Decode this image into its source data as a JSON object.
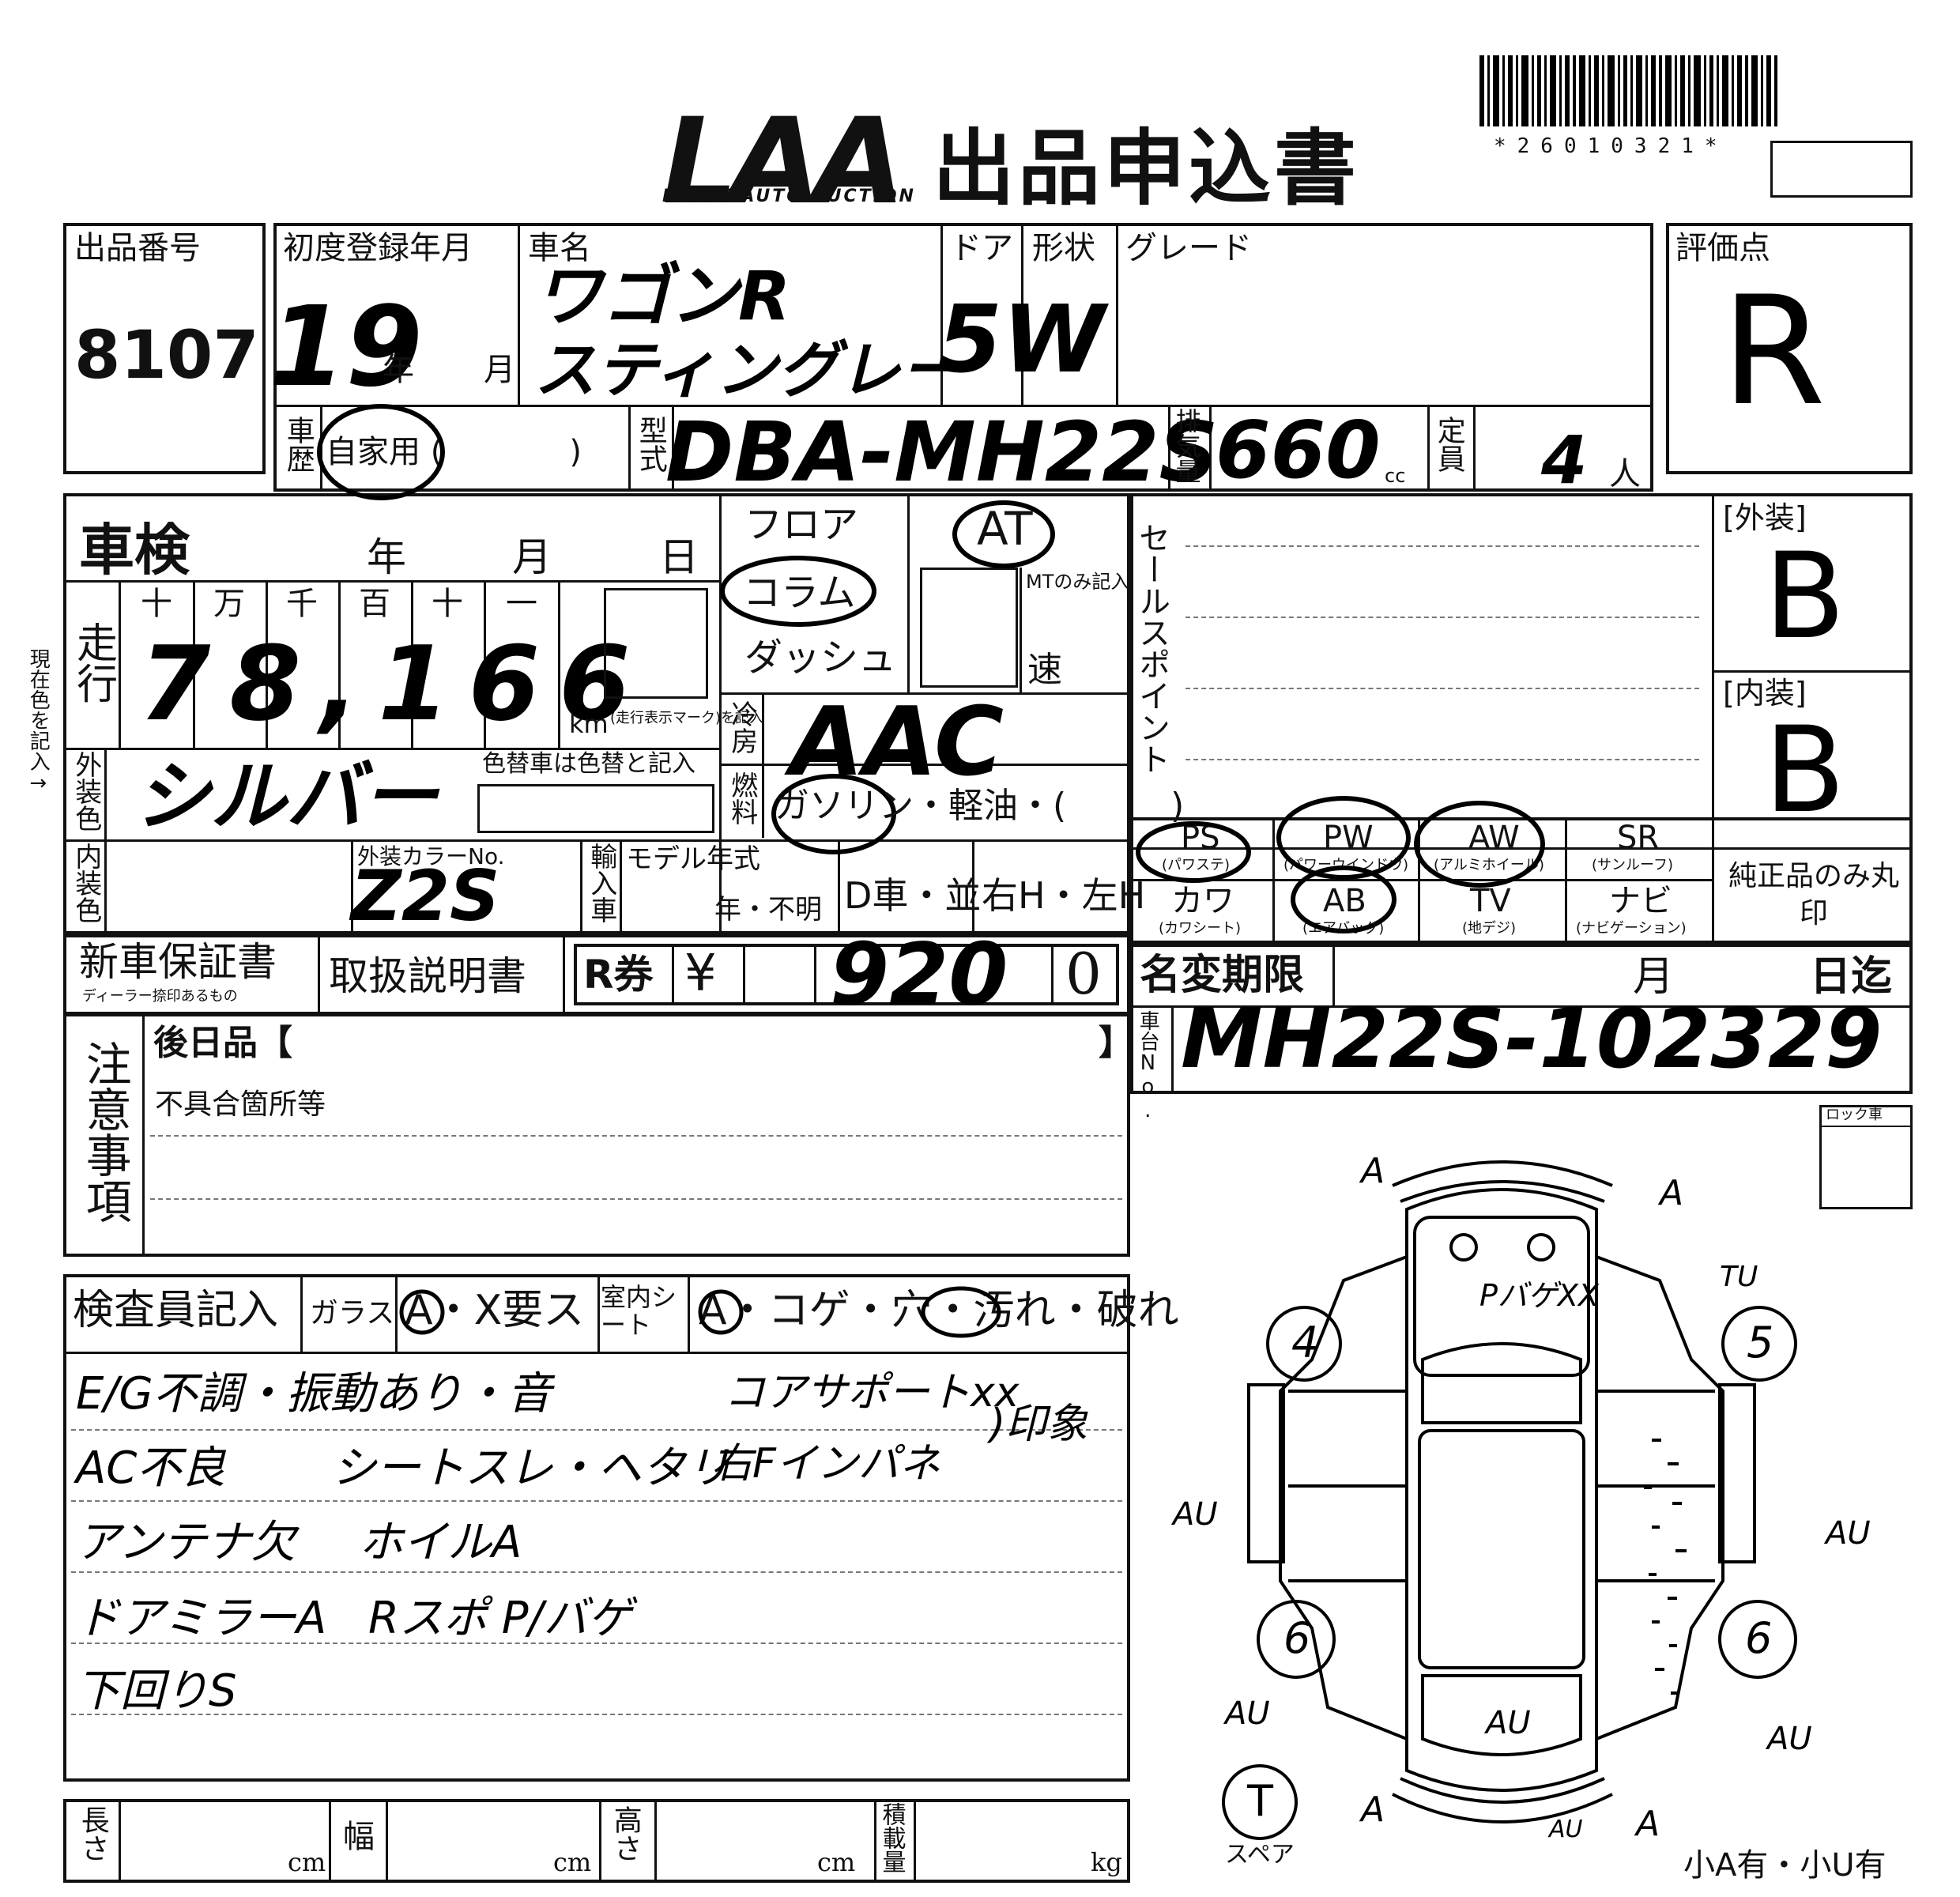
{
  "header": {
    "logo": "LAA",
    "logo_sub": "LIGHT AUTO AUCTION",
    "title": "出品申込書",
    "barcode_number": "*26010321*"
  },
  "row1": {
    "lot_label": "出品番号",
    "lot_number": "8107",
    "first_reg_label": "初度登録年月",
    "year_value": "19",
    "year_unit": "年",
    "month_unit": "月",
    "car_name_label": "車名",
    "car_name_line1": "ワゴンR",
    "car_name_line2": "スティングレー",
    "door_label": "ドア",
    "shape_label": "形状",
    "door_shape_value": "5W",
    "grade_label": "グレード",
    "score_label": "評価点",
    "score_value": "R"
  },
  "row2": {
    "history_label": "車歴",
    "history_text": "自家用 (　　　　)",
    "model_label": "型式",
    "model_value": "DBA-MH22S",
    "displacement_label": "排気量",
    "displacement_value": "660",
    "displacement_unit": "cc",
    "capacity_label": "定員",
    "capacity_value": "4",
    "capacity_unit": "人"
  },
  "inspection": {
    "shaken_label": "車検",
    "year": "年",
    "month": "月",
    "day": "日"
  },
  "mileage": {
    "label": "走行",
    "digit_headers": [
      "十",
      "万",
      "千",
      "百",
      "十",
      "一"
    ],
    "value": "78,166",
    "unit": "km",
    "unit_note": "(走行表示マーク)を記入"
  },
  "side_note": "現在色を記入→",
  "exterior_color": {
    "label": "外装色",
    "value": "シルバー",
    "repaint_note": "色替車は色替と記入"
  },
  "interior": {
    "label": "内装色",
    "color_code_label": "外装カラーNo.",
    "color_code_value": "Z2S",
    "import_label": "輸入車",
    "model_year_label": "モデル年式",
    "model_year_options": "年・不明",
    "dealer_options": "D車・並",
    "handle_options": "右H・左H"
  },
  "transmission": {
    "floor": "フロア",
    "column": "コラム",
    "dash": "ダッシュ",
    "at": "AT",
    "mt_note": "MTのみ記入",
    "speed": "速"
  },
  "aircon": {
    "label": "冷房",
    "value": "AAC"
  },
  "fuel": {
    "label": "燃料",
    "options": "ガソリン・軽油・(　　　)"
  },
  "sales_points": {
    "label": "セールスポイント"
  },
  "equipment": {
    "items": [
      {
        "code": "PS",
        "sub": "(パワステ)"
      },
      {
        "code": "PW",
        "sub": "(パワーウインドウ)"
      },
      {
        "code": "AW",
        "sub": "(アルミホイール)"
      },
      {
        "code": "SR",
        "sub": "(サンルーフ)"
      },
      {
        "code": "カワ",
        "sub": "(カワシート)"
      },
      {
        "code": "AB",
        "sub": "(エアバッグ)"
      },
      {
        "code": "TV",
        "sub": "(地デジ)"
      },
      {
        "code": "ナビ",
        "sub": "(ナビゲーション)"
      }
    ],
    "genuine_note": "純正品のみ丸印"
  },
  "grades": {
    "exterior_label": "[外装]",
    "exterior_value": "B",
    "interior_label": "[内装]",
    "interior_value": "B"
  },
  "documents": {
    "warranty": "新車保証書",
    "warranty_note": "ディーラー捺印あるもの",
    "manual": "取扱説明書",
    "recycle_label": "R券",
    "yen": "¥",
    "recycle_value": "920",
    "recycle_last": "0"
  },
  "name_change": {
    "label": "名変期限",
    "month": "月",
    "until": "日迄"
  },
  "chassis": {
    "label": "車台No.",
    "value": "MH22S-102329"
  },
  "notes": {
    "label": "注意事項",
    "later_items": "後日品【",
    "later_close": "】",
    "defects_label": "不具合箇所等"
  },
  "inspector": {
    "label": "検査員記入",
    "glass_label": "ガラス",
    "glass_options": "A・X要ス",
    "seat_label": "室内シート",
    "seat_options": "A・コゲ・穴・汚れ・破れ",
    "lines": [
      "E/G不調・振動あり・音",
      "AC不良",
      "シートスレ・ヘタリ",
      "アンテナ欠",
      "ホイルA",
      "ドアミラーA",
      "Rスポ P/バゲ",
      "下回りS",
      "コアサポートxx",
      "右Fインパネ",
      ")印象"
    ]
  },
  "dimensions": {
    "length_label": "長さ",
    "length_unit": "cm",
    "width_label": "幅",
    "width_unit": "cm",
    "height_label": "高さ",
    "height_unit": "cm",
    "load_label": "積載量",
    "load_unit": "kg"
  },
  "diagram": {
    "lock_label": "ロック車",
    "spare_label": "スペア",
    "spare_mark": "T",
    "wheel_marks": [
      "4",
      "5",
      "6",
      "6"
    ],
    "annotations": [
      "A",
      "A",
      "A",
      "A",
      "PバゲXX",
      "TU",
      "AU",
      "AU",
      "AU",
      "AU",
      "AU",
      "AU"
    ],
    "footer": "小A有・小U有"
  }
}
